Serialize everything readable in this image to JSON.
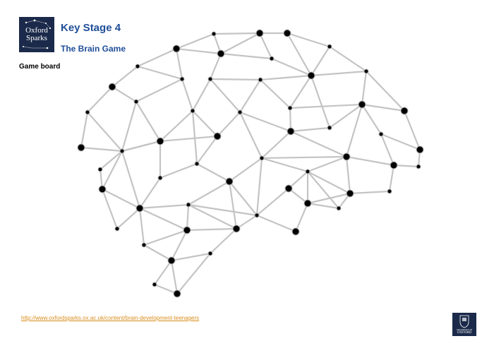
{
  "header": {
    "logo_line1": "Oxford",
    "logo_line2": "Sparks",
    "title": "Key Stage 4",
    "subtitle": "The Brain Game"
  },
  "section_label": "Game board",
  "footer": {
    "link_text": "http://www.oxfordsparks.ox.ac.uk/content/brain-development-teenagers",
    "uni_logo_line1": "UNIVERSITY OF",
    "uni_logo_line2": "OXFORD"
  },
  "colors": {
    "brand_blue": "#1f4e99",
    "logo_navy": "#1b2a4a",
    "link_orange": "#d98c1a",
    "edge_gray": "#c4c4c4",
    "node_black": "#000000"
  },
  "brain_graph": {
    "nodes": [
      {
        "id": "n1",
        "big": false
      },
      {
        "id": "n2",
        "big": true
      },
      {
        "id": "n3",
        "big": true
      },
      {
        "id": "n4",
        "big": false
      },
      {
        "id": "n5",
        "big": true
      },
      {
        "id": "n6",
        "big": true
      },
      {
        "id": "n7",
        "big": false
      },
      {
        "id": "n8",
        "big": false
      },
      {
        "id": "n9",
        "big": false
      },
      {
        "id": "n10",
        "big": false
      },
      {
        "id": "n11",
        "big": true
      },
      {
        "id": "n12",
        "big": false
      },
      {
        "id": "n13",
        "big": false
      },
      {
        "id": "n14",
        "big": false
      },
      {
        "id": "n15",
        "big": true
      },
      {
        "id": "n16",
        "big": true
      },
      {
        "id": "n17",
        "big": false
      },
      {
        "id": "n18",
        "big": false
      },
      {
        "id": "n19",
        "big": false
      },
      {
        "id": "n20",
        "big": true
      },
      {
        "id": "n21",
        "big": true
      },
      {
        "id": "n22",
        "big": false
      },
      {
        "id": "n23",
        "big": true
      },
      {
        "id": "n24",
        "big": true
      },
      {
        "id": "n25",
        "big": false
      },
      {
        "id": "n26",
        "big": true
      },
      {
        "id": "n27",
        "big": false
      },
      {
        "id": "n28",
        "big": true
      },
      {
        "id": "n29",
        "big": false
      },
      {
        "id": "n30",
        "big": false
      },
      {
        "id": "n31",
        "big": true
      },
      {
        "id": "n32",
        "big": false
      },
      {
        "id": "n33",
        "big": true
      },
      {
        "id": "n34",
        "big": false
      },
      {
        "id": "n35",
        "big": false
      },
      {
        "id": "n36",
        "big": true
      },
      {
        "id": "n37",
        "big": true
      },
      {
        "id": "n38",
        "big": true
      },
      {
        "id": "n39",
        "big": false
      },
      {
        "id": "n40",
        "big": false
      },
      {
        "id": "n41",
        "big": true
      },
      {
        "id": "n42",
        "big": true
      },
      {
        "id": "n43",
        "big": false
      },
      {
        "id": "n44",
        "big": true
      },
      {
        "id": "n45",
        "big": true
      },
      {
        "id": "n46",
        "big": false
      },
      {
        "id": "n47",
        "big": false
      },
      {
        "id": "n48",
        "big": false
      },
      {
        "id": "n49",
        "big": true
      },
      {
        "id": "n50",
        "big": false
      },
      {
        "id": "n51",
        "big": true
      }
    ]
  }
}
